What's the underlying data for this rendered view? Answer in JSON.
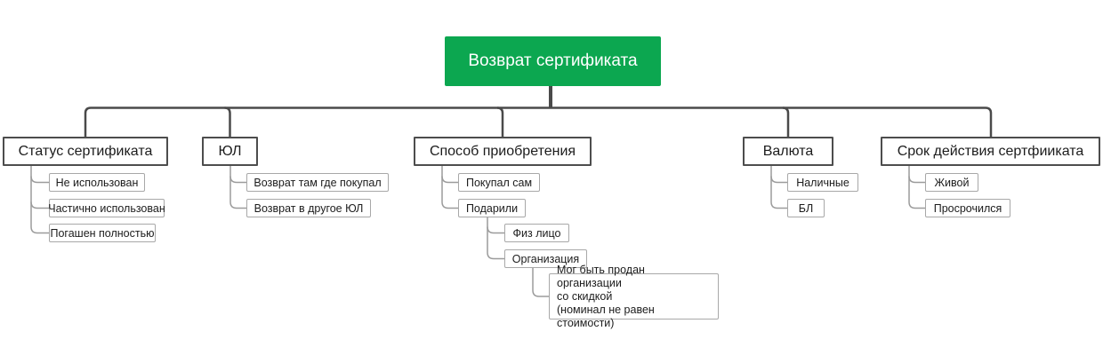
{
  "diagram": {
    "type": "mindmap-tree",
    "root": {
      "label": "Возврат сертификата"
    },
    "branches": [
      {
        "label": "Статус сертификата",
        "children": [
          {
            "label": "Не использован"
          },
          {
            "label": "Частично использован"
          },
          {
            "label": "Погашен полностью"
          }
        ]
      },
      {
        "label": "ЮЛ",
        "children": [
          {
            "label": "Возврат там где покупал"
          },
          {
            "label": "Возврат в другое ЮЛ"
          }
        ]
      },
      {
        "label": "Способ приобретения",
        "children": [
          {
            "label": "Покупал сам"
          },
          {
            "label": "Подарили",
            "children": [
              {
                "label": "Физ лицо"
              },
              {
                "label": "Организация",
                "children": [
                  {
                    "label": "Мог быть продан организации\nсо скидкой\n(номинал не равен стоимости)"
                  }
                ]
              }
            ]
          }
        ]
      },
      {
        "label": "Валюта",
        "children": [
          {
            "label": "Наличные"
          },
          {
            "label": "БЛ"
          }
        ]
      },
      {
        "label": "Срок действия сертфииката",
        "children": [
          {
            "label": "Живой"
          },
          {
            "label": "Просрочился"
          }
        ]
      }
    ],
    "colors": {
      "root_bg": "#0ca750",
      "root_text": "#ffffff",
      "line_dark": "#4a4a4a",
      "line_gray": "#9b9b9b",
      "border_level1": "#4d4d4d",
      "border_child": "#a8a8a8",
      "text_dark": "#1c1c1c",
      "canvas_bg": "#ffffff"
    }
  }
}
